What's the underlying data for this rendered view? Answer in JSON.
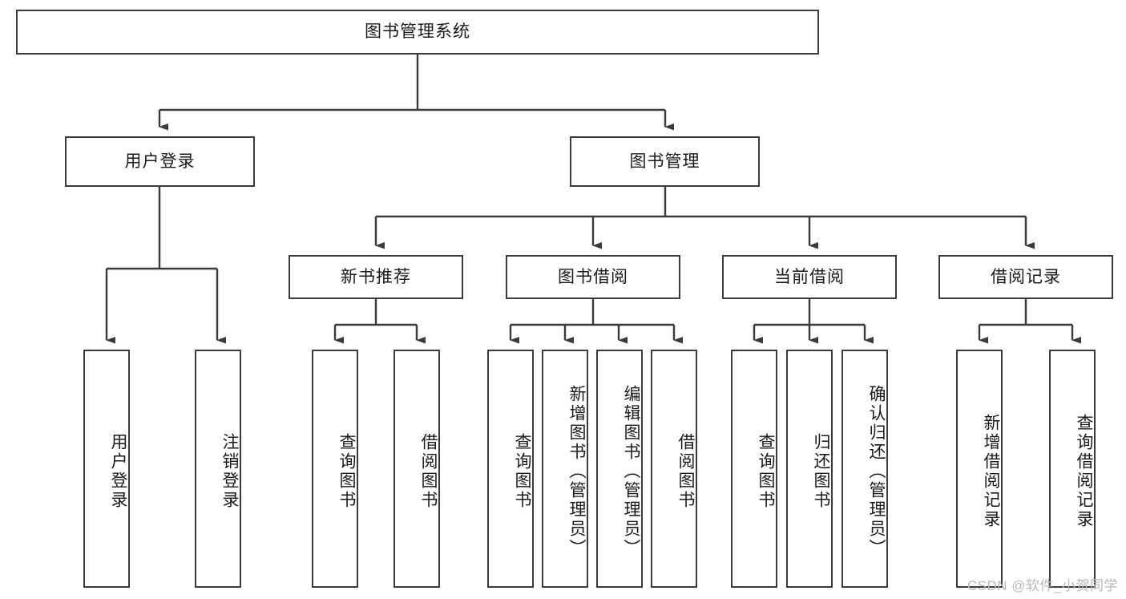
{
  "diagram": {
    "title": "图书管理系统",
    "type": "tree-hierarchy",
    "colors": {
      "box_border": "#3a3a3a",
      "box_fill": "#ffffff",
      "connector": "#3a3a3a",
      "text": "#1a1a1a",
      "watermark": "#b9b9b9"
    },
    "watermark": "CSDN @软件_小贺同学"
  },
  "nodes": {
    "root": {
      "label": "图书管理系统",
      "level": 0
    },
    "level1": [
      {
        "id": "user-login",
        "label": "用户登录"
      },
      {
        "id": "book-management",
        "label": "图书管理"
      }
    ],
    "level2": [
      {
        "id": "new-book-recommend",
        "label": "新书推荐"
      },
      {
        "id": "book-borrow",
        "label": "图书借阅"
      },
      {
        "id": "current-borrow",
        "label": "当前借阅"
      },
      {
        "id": "borrow-record",
        "label": "借阅记录"
      }
    ],
    "leaves": {
      "user-login": [
        {
          "id": "leaf-user-login",
          "label": "用户登录"
        },
        {
          "id": "leaf-logout-login",
          "label": "注销登录"
        }
      ],
      "new-book-recommend": [
        {
          "id": "leaf-query-book-1",
          "label": "查询图书"
        },
        {
          "id": "leaf-borrow-book-1",
          "label": "借阅图书"
        }
      ],
      "book-borrow": [
        {
          "id": "leaf-query-book-2",
          "label": "查询图书"
        },
        {
          "id": "leaf-add-book",
          "label": "新增图书（管理员）"
        },
        {
          "id": "leaf-edit-book",
          "label": "编辑图书（管理员）"
        },
        {
          "id": "leaf-borrow-book-2",
          "label": "借阅图书"
        }
      ],
      "current-borrow": [
        {
          "id": "leaf-query-book-3",
          "label": "查询图书"
        },
        {
          "id": "leaf-return-book",
          "label": "归还图书"
        },
        {
          "id": "leaf-confirm-return",
          "label": "确认归还（管理员）"
        }
      ],
      "borrow-record": [
        {
          "id": "leaf-add-record",
          "label": "新增借阅记录"
        },
        {
          "id": "leaf-query-record",
          "label": "查询借阅记录"
        }
      ]
    }
  }
}
